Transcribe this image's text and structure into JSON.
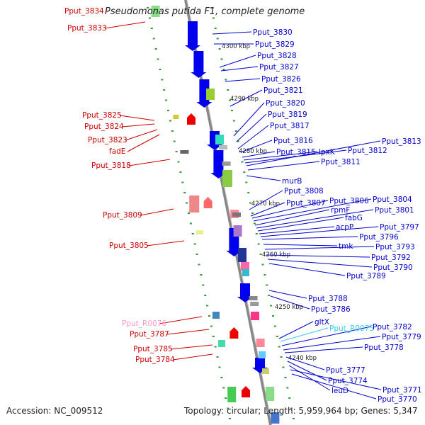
{
  "title": "Pseudomonas putida F1, complete genome",
  "title_prefix": "Pput_3834 -",
  "accession": "Accession: NC_009512",
  "summary": "Topology: circular; Length: 5,959,964 bp; Genes: 5,347",
  "scale_labels": [
    "4300 kbp",
    "4290 kbp",
    "4280 kbp",
    "4270 kbp",
    "4260 kbp",
    "4250 kbp",
    "4240 kbp"
  ],
  "colors": {
    "reverse_strand_label": "#cc0000",
    "forward_strand_label": "#0000cc",
    "rna_label_pink": "#ff99cc",
    "rna_label_cyan": "#33ccee",
    "forward_gene": "#0000ee",
    "reverse_gene": "#ee0000",
    "backbone": "#999999",
    "tick": "#339933"
  },
  "left_labels": [
    "Pput_3833",
    "Pput_3825",
    "Pput_3824",
    "Pput_3823",
    "fadE",
    "Pput_3818",
    "Pput_3809",
    "Pput_3805",
    "Pput_R0076",
    "Pput_3787",
    "Pput_3785",
    "Pput_3784"
  ],
  "right_labels": [
    "Pput_3830",
    "Pput_3829",
    "Pput_3828",
    "Pput_3827",
    "Pput_3826",
    "Pput_3821",
    "Pput_3820",
    "Pput_3819",
    "Pput_3817",
    "Pput_3816",
    "Pput_3815",
    "lpxK",
    "Pput_3812",
    "Pput_3813",
    "Pput_3811",
    "murB",
    "Pput_3808",
    "Pput_3807",
    "Pput_3806",
    "Pput_3804",
    "rpmF",
    "Pput_3801",
    "fabG",
    "acpP",
    "Pput_3797",
    "Pput_3796",
    "tmk",
    "Pput_3793",
    "Pput_3792",
    "Pput_3790",
    "Pput_3789",
    "Pput_3788",
    "Pput_3786",
    "gltX",
    "Pput_R0075",
    "Pput_3782",
    "Pput_3779",
    "Pput_3778",
    "Pput_3777",
    "Pput_3774",
    "leuD",
    "Pput_3771",
    "Pput_3770"
  ]
}
